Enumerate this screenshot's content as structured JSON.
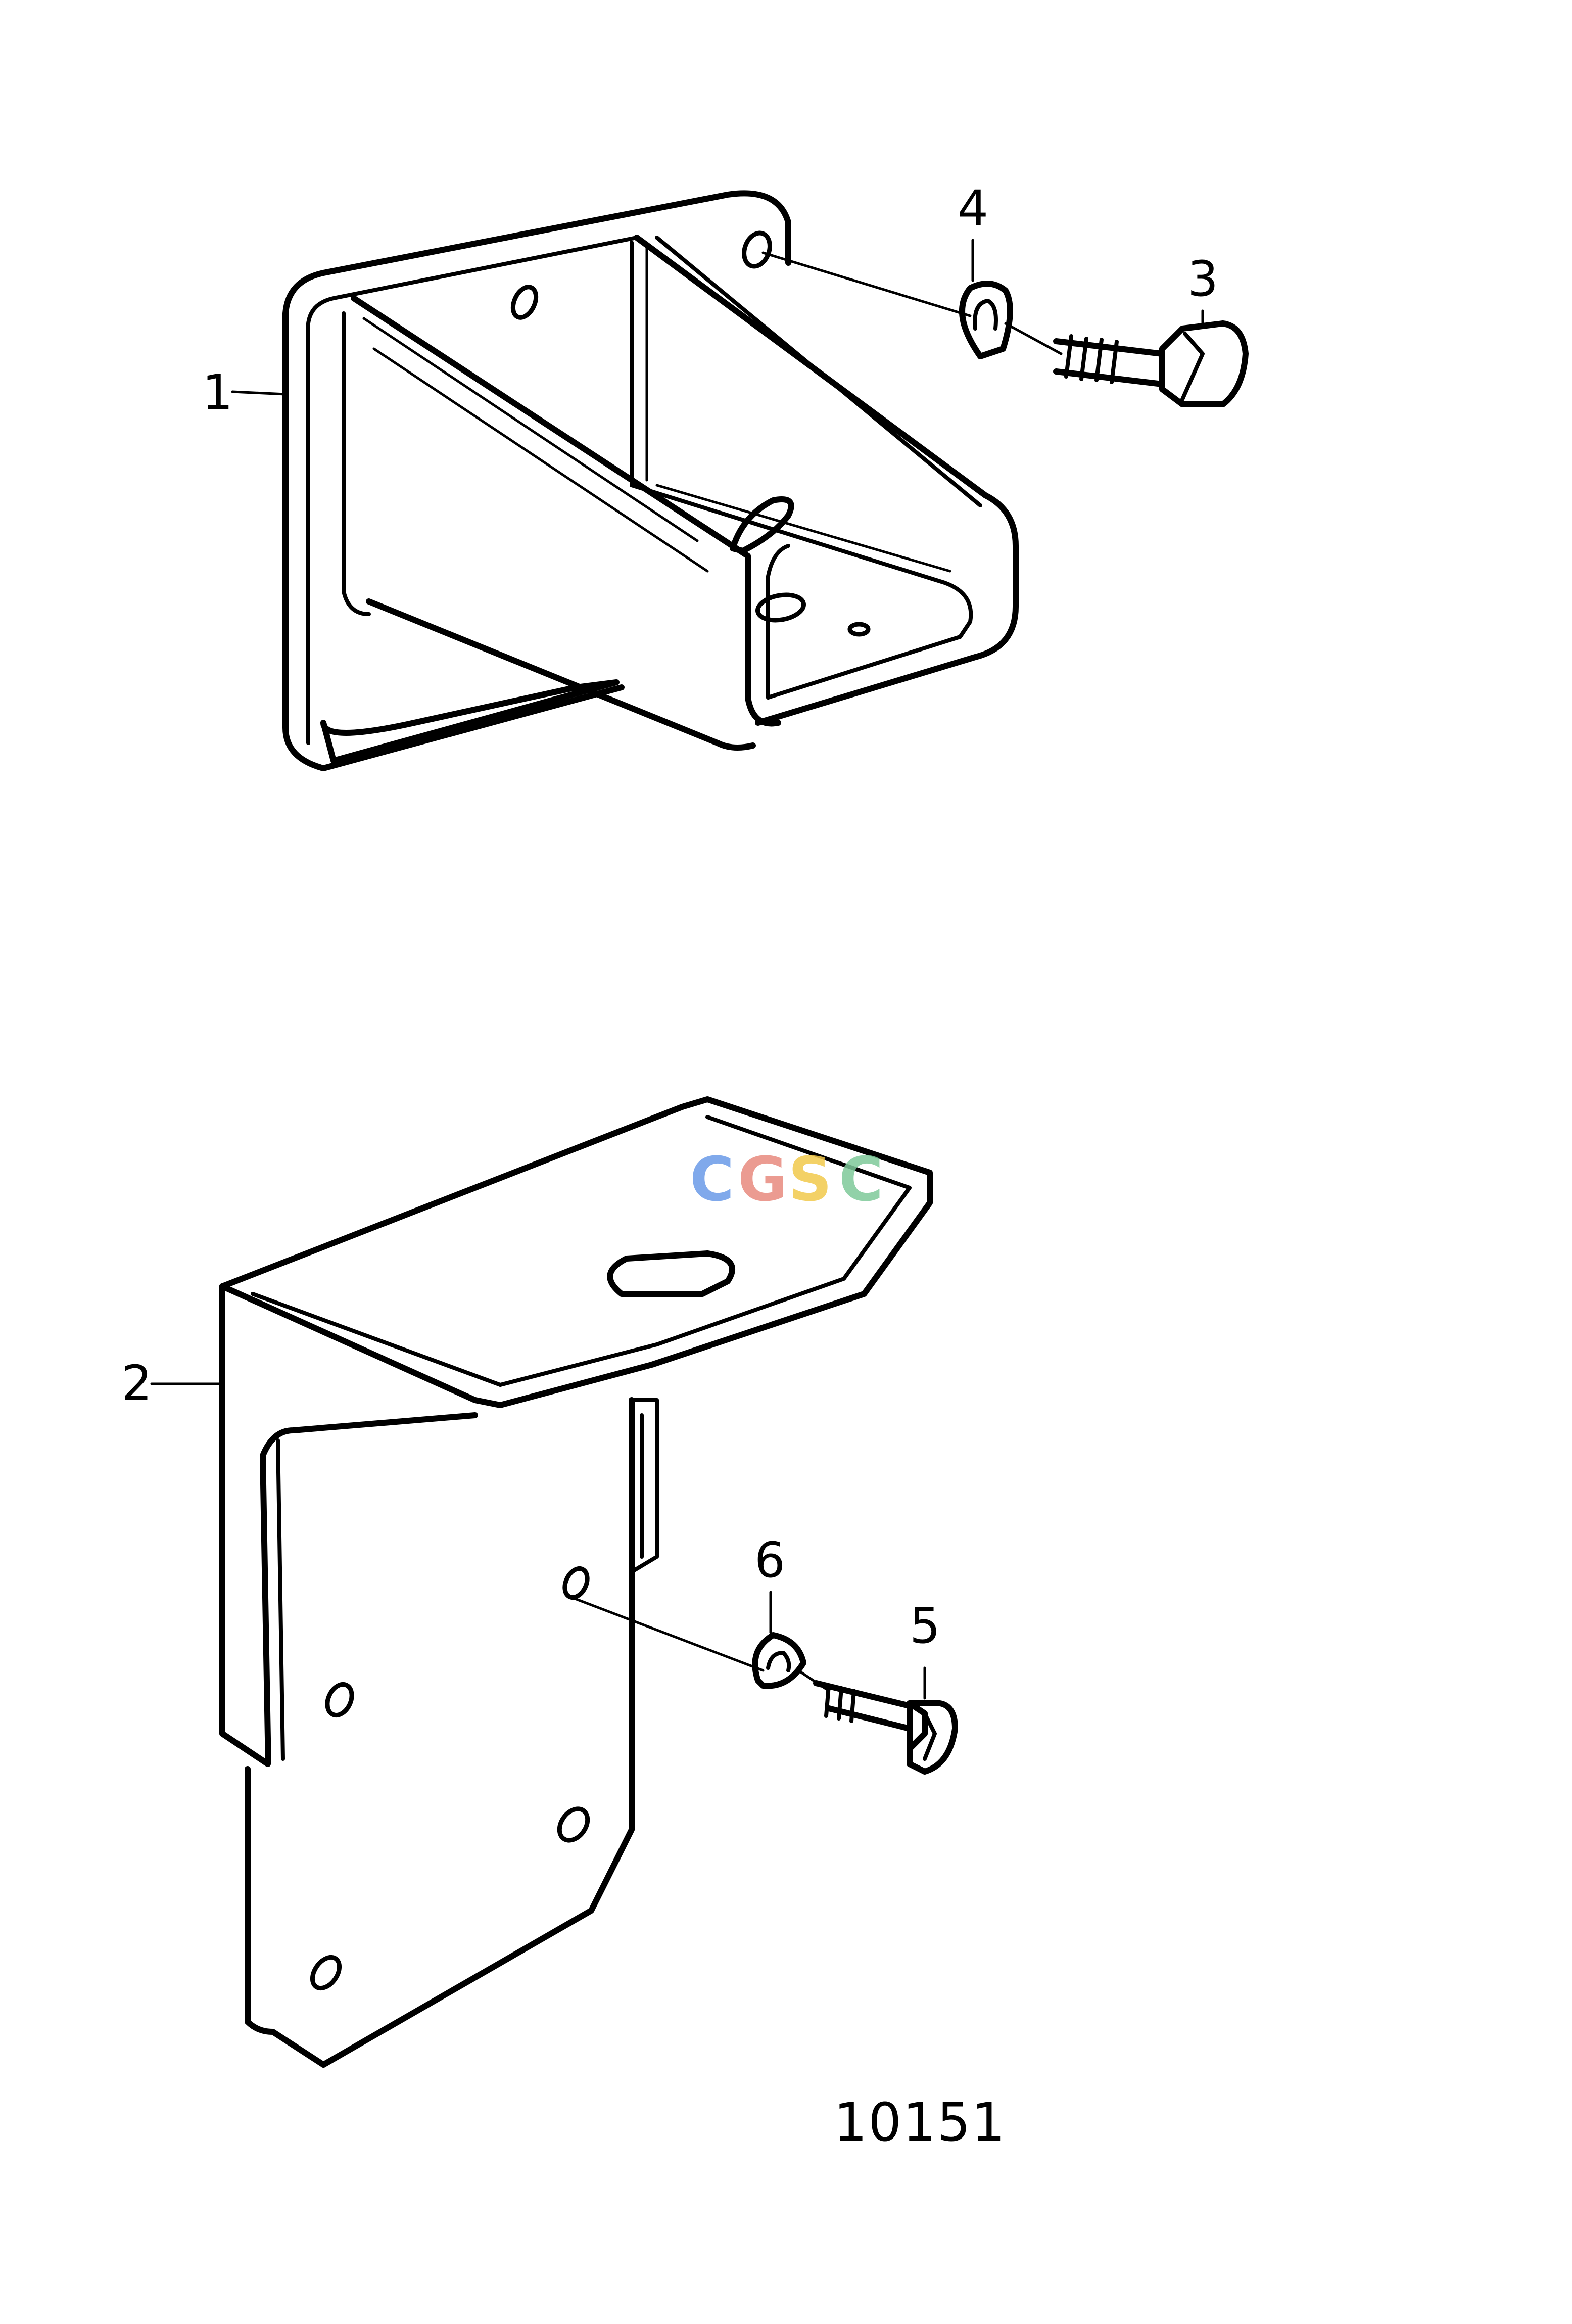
{
  "callouts": [
    {
      "id": "1",
      "text": "1"
    },
    {
      "id": "2",
      "text": "2"
    },
    {
      "id": "3",
      "text": "3"
    },
    {
      "id": "4",
      "text": "4"
    },
    {
      "id": "5",
      "text": "5"
    },
    {
      "id": "6",
      "text": "6"
    }
  ],
  "figure_number": "10151",
  "watermark": {
    "letters": [
      "C",
      "G",
      "S",
      "C"
    ],
    "colors": [
      "#6b9be8",
      "#e88a7e",
      "#f2c94c",
      "#7ec99a"
    ]
  }
}
